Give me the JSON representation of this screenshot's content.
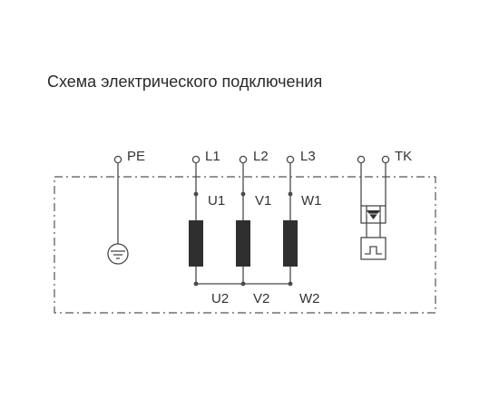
{
  "title": "Схема электрического подключения",
  "terminals": {
    "pe": "PE",
    "l1": "L1",
    "l2": "L2",
    "l3": "L3",
    "tk": "TK"
  },
  "windings": {
    "u1": "U1",
    "v1": "V1",
    "w1": "W1",
    "u2": "U2",
    "v2": "V2",
    "w2": "W2"
  },
  "colors": {
    "line": "#4a4a4a",
    "coil": "#2f2f2f",
    "frame": "#555555"
  }
}
